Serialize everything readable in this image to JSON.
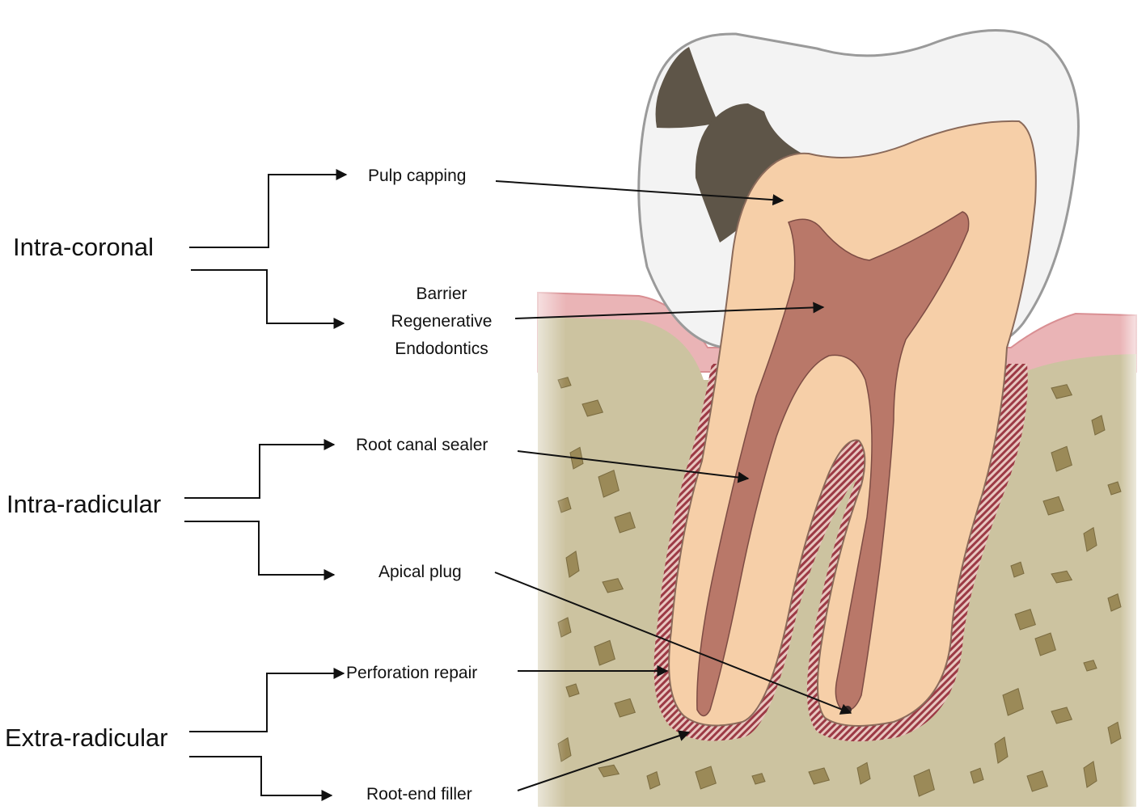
{
  "categories": [
    {
      "id": "intra-coronal",
      "label": "Intra-coronal"
    },
    {
      "id": "intra-radicular",
      "label": "Intra-radicular"
    },
    {
      "id": "extra-radicular",
      "label": "Extra-radicular"
    }
  ],
  "applications": {
    "pulp_capping": "Pulp capping",
    "barrier_line1": "Barrier",
    "barrier_line2": "Regenerative",
    "barrier_line3": "Endodontics",
    "root_canal_sealer": "Root canal sealer",
    "apical_plug": "Apical plug",
    "perforation_repair": "Perforation repair",
    "root_end_filler": "Root-end filler"
  },
  "colors": {
    "bone": "#ccc3a0",
    "bone_pore": "#9b8a58",
    "gum": "#eab4b6",
    "enamel": "#f3f3f3",
    "dentin": "#f6cfa8",
    "pulp": "#b97869",
    "caries": "#5e5548",
    "lesion": "#9c3a45",
    "line": "#111111"
  }
}
